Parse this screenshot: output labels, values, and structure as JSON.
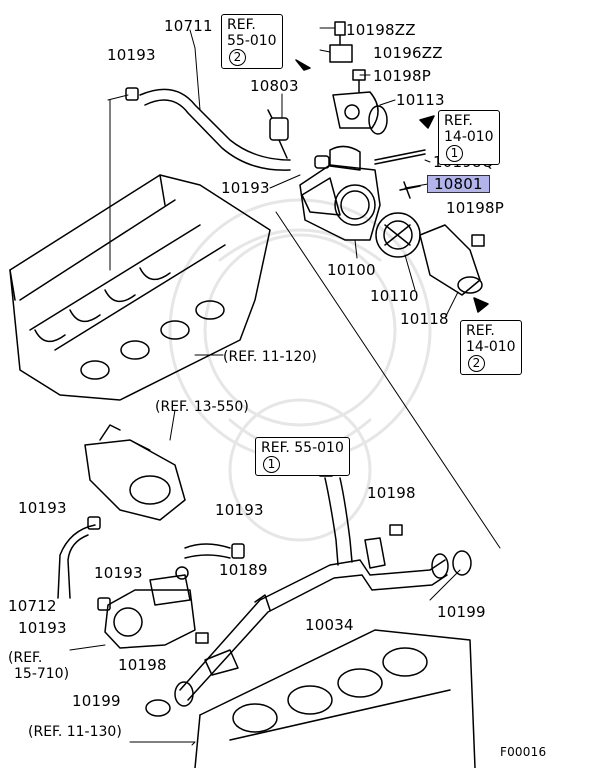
{
  "parts": {
    "p10711": "10711",
    "p10193_a": "10193",
    "p10803": "10803",
    "p10198zz": "10198ZZ",
    "p10196zz": "10196ZZ",
    "p10198p_a": "10198P",
    "p10113": "10113",
    "p10198q": "10198Q",
    "p10801": "10801",
    "p10198p_b": "10198P",
    "p10193_b": "10193",
    "p10100": "10100",
    "p10110": "10110",
    "p10118": "10118",
    "p10193_c": "10193",
    "p10193_d": "10193",
    "p10189": "10189",
    "p10193_e": "10193",
    "p10712": "10712",
    "p10193_f": "10193",
    "p10198_a": "10198",
    "p10199_a": "10199",
    "p10034": "10034",
    "p10198_b": "10198",
    "p10199_b": "10199"
  },
  "refs": {
    "r55010_2": {
      "line1": "REF.",
      "line2": "55-010",
      "circle": "2"
    },
    "r14010_1": {
      "line1": "REF.",
      "line2": "14-010",
      "circle": "1"
    },
    "r14010_2": {
      "line1": "REF.",
      "line2": "14-010",
      "circle": "2"
    },
    "r55010_1": {
      "line1": "REF. 55-010",
      "circle": "1"
    },
    "r11120": "(REF. 11-120)",
    "r13550": "(REF. 13-550)",
    "r15710_l1": "(REF.",
    "r15710_l2": "15-710)",
    "r11130": "(REF. 11-130)"
  },
  "footer": {
    "figure_code": "F00016"
  },
  "colors": {
    "highlight": "#b3b4ec",
    "line": "#000000",
    "background": "#ffffff"
  }
}
